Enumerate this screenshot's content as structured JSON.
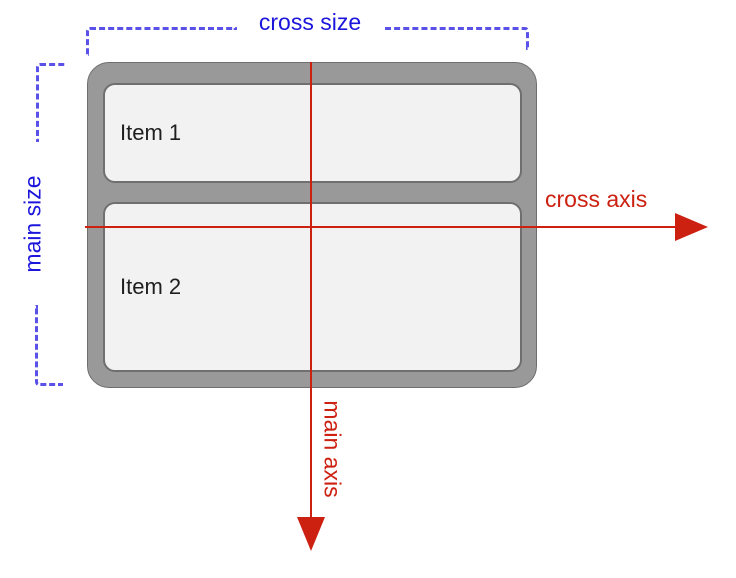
{
  "diagram": {
    "title": "flexbox axes and sizes diagram",
    "labels": {
      "cross_size": "cross size",
      "main_size": "main size",
      "cross_axis": "cross axis",
      "main_axis": "main axis"
    },
    "items": [
      {
        "label": "Item 1"
      },
      {
        "label": "Item 2"
      }
    ],
    "colors": {
      "background": "#ffffff",
      "blue_text": "#1c16dd",
      "blue_dash": "#5a52e8",
      "red": "#cc2011",
      "container_fill": "#999999",
      "container_border": "#6e6e6e",
      "item_fill": "#f2f2f3",
      "item_border": "#6f6f6f",
      "item_text": "#1f1f1f"
    }
  }
}
